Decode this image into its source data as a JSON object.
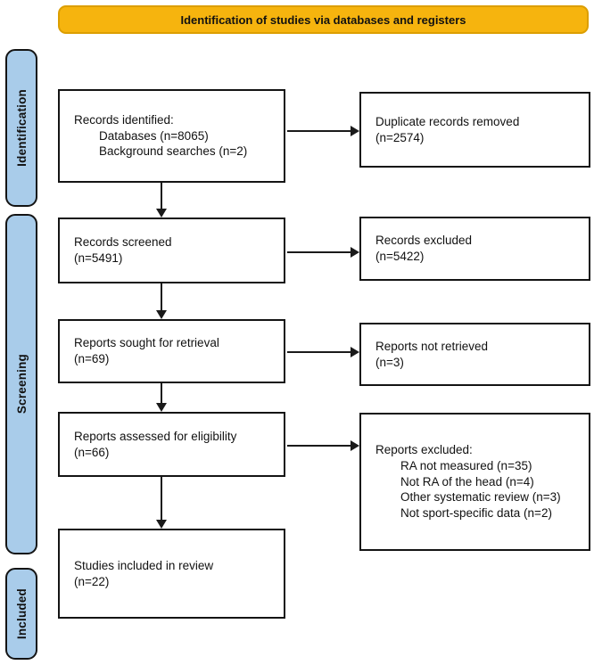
{
  "header": {
    "title": "Identification of studies via databases and registers"
  },
  "colors": {
    "header_fill": "#F6B40E",
    "header_border": "#DC9E00",
    "sidebar_fill": "#A9CCEA"
  },
  "sidebar": {
    "stages": [
      {
        "label": "Identification"
      },
      {
        "label": "Screening"
      },
      {
        "label": "Included"
      }
    ]
  },
  "boxes": {
    "records_identified": {
      "title": "Records identified:",
      "items": [
        "Databases (n=8065)",
        "Background searches (n=2)"
      ]
    },
    "records_screened": {
      "line1": "Records screened",
      "line2": "(n=5491)"
    },
    "reports_sought": {
      "line1": "Reports sought for retrieval",
      "line2": "(n=69)"
    },
    "reports_assessed": {
      "line1": "Reports assessed for eligibility",
      "line2": "(n=66)"
    },
    "studies_included": {
      "line1": "Studies included in review",
      "line2": "(n=22)"
    },
    "duplicates_removed": {
      "line1": "Duplicate records removed",
      "line2": "(n=2574)"
    },
    "records_excluded": {
      "line1": "Records excluded",
      "line2": "(n=5422)"
    },
    "reports_not_retrieved": {
      "line1": "Reports not retrieved",
      "line2": "(n=3)"
    },
    "reports_excluded": {
      "title": "Reports excluded:",
      "items": [
        "RA not measured (n=35)",
        "Not RA of the head (n=4)",
        "Other systematic review (n=3)",
        "Not sport-specific data (n=2)"
      ]
    }
  }
}
